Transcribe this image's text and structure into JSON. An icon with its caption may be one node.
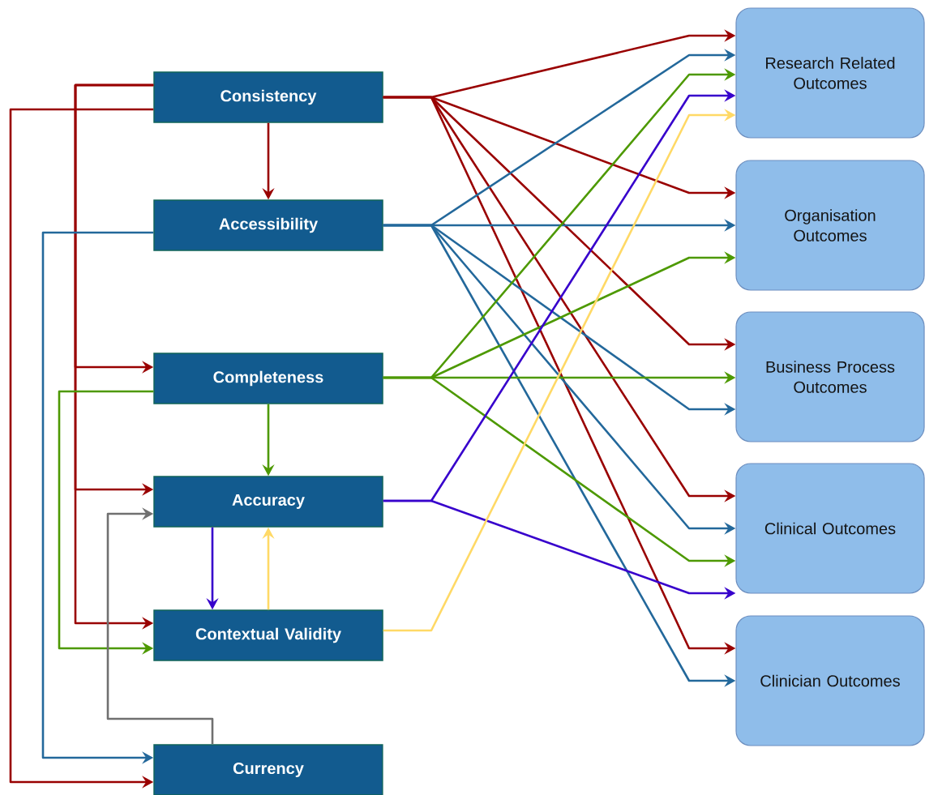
{
  "diagram": {
    "nodes": [
      {
        "text": [
          "Consistency"
        ]
      },
      {
        "text": [
          "Accessibility"
        ]
      },
      {
        "text": [
          "Completeness"
        ]
      },
      {
        "text": [
          "Accuracy"
        ]
      },
      {
        "text": [
          "Contextual Validity"
        ]
      },
      {
        "text": [
          "Currency"
        ]
      },
      {
        "text": [
          "Research Related Outcomes"
        ]
      },
      {
        "text": [
          "Organisation Outcomes"
        ]
      },
      {
        "text": [
          "Business Process Outcomes"
        ]
      },
      {
        "text": [
          "Clinical Outcomes"
        ]
      },
      {
        "text": [
          "Clinician Outcomes"
        ]
      }
    ],
    "edges": [
      {
        "from": 0,
        "to": 1,
        "arrow": "to"
      },
      {
        "from": 0,
        "to": 2,
        "arrow": "to"
      },
      {
        "from": 0,
        "to": 3,
        "arrow": "to"
      },
      {
        "from": 0,
        "to": 4,
        "arrow": "to"
      },
      {
        "from": 0,
        "to": 5,
        "arrow": "to"
      },
      {
        "from": 1,
        "to": 5,
        "arrow": "to",
        "color": "#23689b"
      },
      {
        "from": 2,
        "to": 3,
        "arrow": "to",
        "color": "#4d9900"
      },
      {
        "from": 2,
        "to": 4,
        "arrow": "to",
        "color": "#4d9900"
      },
      {
        "from": 3,
        "to": 4,
        "arrow": "to",
        "color": "#3700cc"
      },
      {
        "from": 4,
        "to": 3,
        "arrow": "to",
        "color": "#ffd966"
      },
      {
        "from": 5,
        "to": 3,
        "arrow": "to",
        "color": "#707070"
      },
      {
        "from": 0,
        "to": 6,
        "arrow": "to"
      },
      {
        "from": 0,
        "to": 7,
        "arrow": "to"
      },
      {
        "from": 0,
        "to": 8,
        "arrow": "to"
      },
      {
        "from": 0,
        "to": 9,
        "arrow": "to"
      },
      {
        "from": 0,
        "to": 10,
        "arrow": "to"
      },
      {
        "from": 1,
        "to": 6,
        "arrow": "to",
        "color": "#23689b"
      },
      {
        "from": 1,
        "to": 7,
        "arrow": "to",
        "color": "#23689b"
      },
      {
        "from": 1,
        "to": 8,
        "arrow": "to",
        "color": "#23689b"
      },
      {
        "from": 1,
        "to": 9,
        "arrow": "to",
        "color": "#23689b"
      },
      {
        "from": 1,
        "to": 10,
        "arrow": "to",
        "color": "#23689b"
      },
      {
        "from": 2,
        "to": 6,
        "arrow": "to",
        "color": "#4d9900"
      },
      {
        "from": 2,
        "to": 7,
        "arrow": "to",
        "color": "#4d9900"
      },
      {
        "from": 2,
        "to": 8,
        "arrow": "to",
        "color": "#4d9900"
      },
      {
        "from": 2,
        "to": 9,
        "arrow": "to",
        "color": "#4d9900"
      },
      {
        "from": 3,
        "to": 6,
        "arrow": "to",
        "color": "#3700cc"
      },
      {
        "from": 3,
        "to": 9,
        "arrow": "to",
        "color": "#3700cc"
      },
      {
        "from": 4,
        "to": 6,
        "arrow": "to",
        "color": "#ffd966"
      }
    ]
  }
}
